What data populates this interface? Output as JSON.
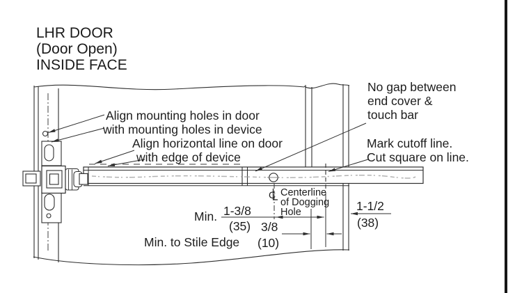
{
  "page": {
    "background": "#ffffff",
    "border_color": "#161616"
  },
  "title": {
    "line1": "LHR DOOR",
    "line2": "(Door Open)",
    "line3": "INSIDE FACE"
  },
  "annotations": {
    "align_holes_line1": "Align mounting holes in door",
    "align_holes_line2": "with mounting holes in device",
    "align_horizontal_line1": "Align horizontal line on door",
    "align_horizontal_line2": "with edge of device",
    "no_gap_line1": "No gap between",
    "no_gap_line2": "end cover &",
    "no_gap_line3": "touch bar",
    "cutoff_line1": "Mark cutoff line.",
    "cutoff_line2": "Cut square on line.",
    "centerline_symbol": "C",
    "centerline_line1": "Centerline",
    "centerline_line2": "of Dogging",
    "centerline_line3": "Hole"
  },
  "dimensions": {
    "min_label": "Min.",
    "dim1_value": "1-3/8",
    "dim1_metric": "(35)",
    "dim2_value": "3/8",
    "dim2_metric": "(10)",
    "stile_label": "Min. to Stile Edge",
    "dim3_value": "1-1/2",
    "dim3_metric": "(38)"
  },
  "drawing": {
    "ink": "#2e2e2e",
    "texture": "#9a9a9a"
  }
}
